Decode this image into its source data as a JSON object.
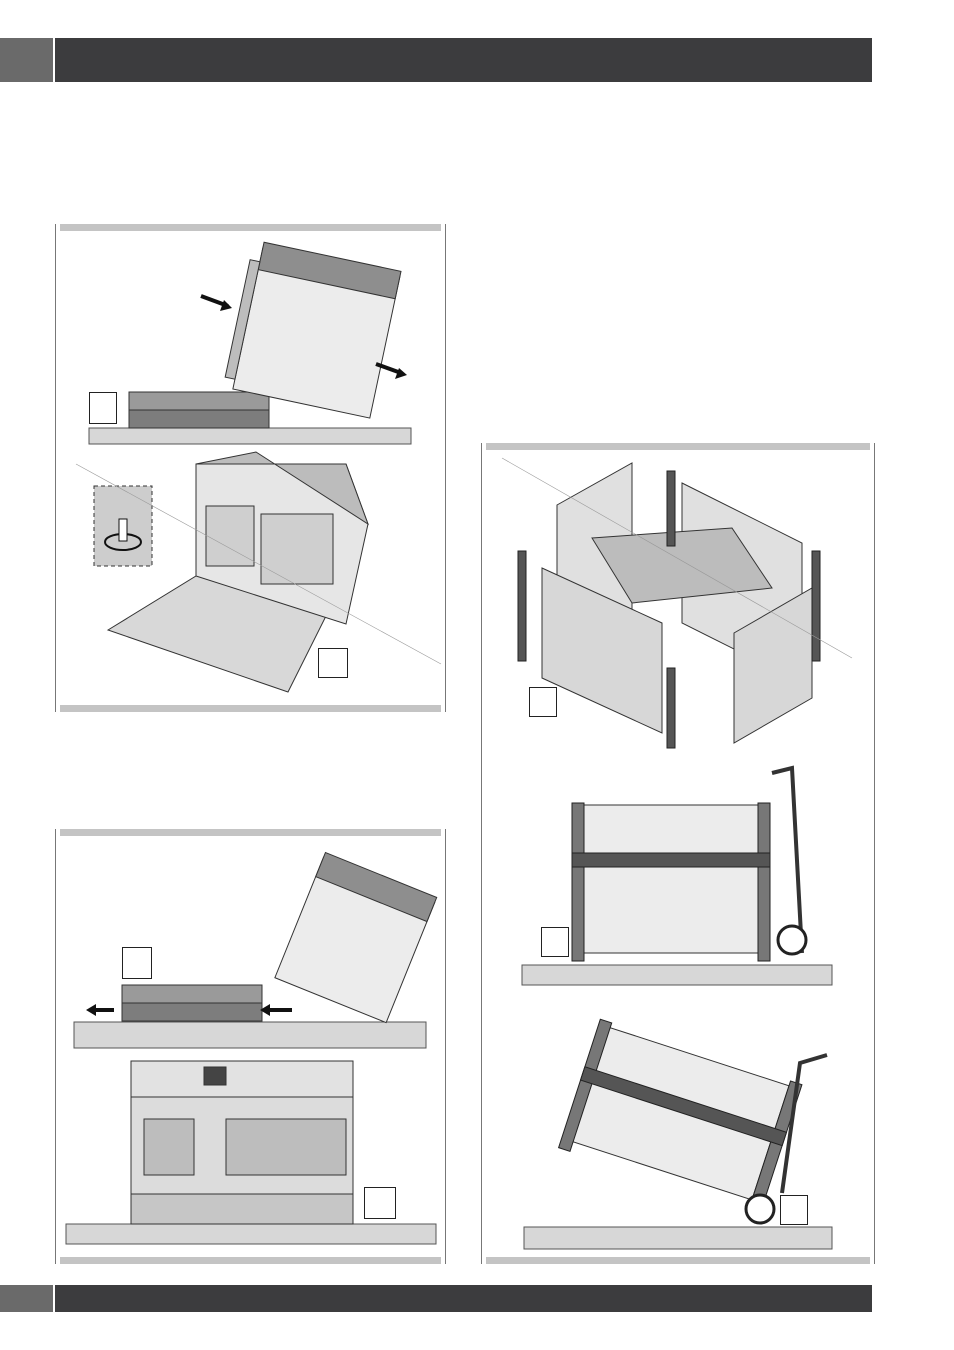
{
  "header": {
    "tab_color": "#6a6a6a",
    "bar_color": "#3c3c3e"
  },
  "footer": {
    "tab_color": "#6a6a6a",
    "bar_color": "#3c3c3e"
  },
  "figures": [
    {
      "id": "fig-a",
      "icons": [
        "arrow-icon",
        "arrow-icon",
        "rotate-icon"
      ]
    },
    {
      "id": "fig-b",
      "icons": [
        "arrow-icon",
        "arrow-icon"
      ]
    },
    {
      "id": "fig-c",
      "icons": []
    },
    {
      "id": "fig-d",
      "icons": [
        "hand-truck-icon"
      ]
    },
    {
      "id": "fig-e",
      "icons": [
        "hand-truck-icon"
      ]
    }
  ]
}
